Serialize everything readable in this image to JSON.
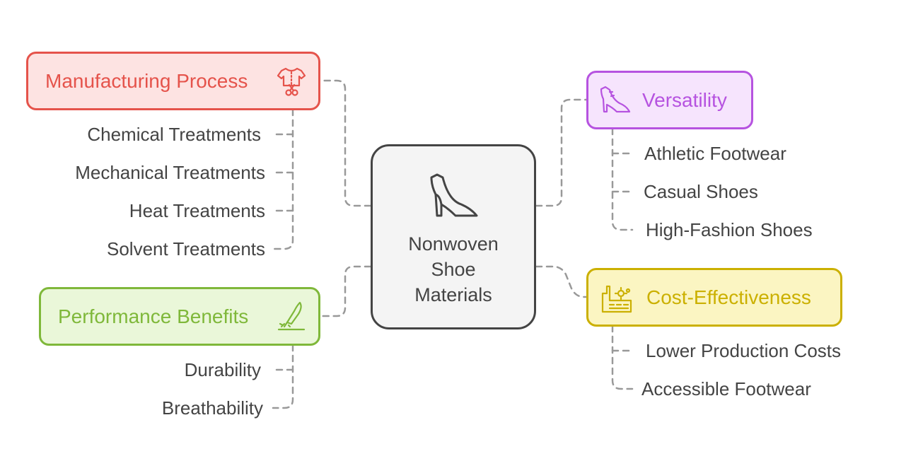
{
  "center": {
    "title_lines": [
      "Nonwoven",
      "Shoe",
      "Materials"
    ],
    "icon": "high-heel-icon"
  },
  "colors": {
    "center_border": "#444444",
    "manufacturing": "#e5534b",
    "versatility": "#b653e0",
    "performance": "#7fb83a",
    "cost": "#cbb000",
    "connector": "#999999"
  },
  "branches": {
    "manufacturing": {
      "title": "Manufacturing Process",
      "icon": "shirt-scissors-icon",
      "items": [
        "Chemical Treatments",
        "Mechanical Treatments",
        "Heat Treatments",
        "Solvent Treatments"
      ]
    },
    "versatility": {
      "title": "Versatility",
      "icon": "high-heel-icon",
      "items": [
        "Athletic Footwear",
        "Casual Shoes",
        "High-Fashion Shoes"
      ]
    },
    "performance": {
      "title": "Performance Benefits",
      "icon": "feather-pen-icon",
      "items": [
        "Durability",
        "Breathability"
      ]
    },
    "cost": {
      "title": "Cost-Effectiveness",
      "icon": "factory-icon",
      "items": [
        "Lower Production Costs",
        "Accessible Footwear"
      ]
    }
  }
}
